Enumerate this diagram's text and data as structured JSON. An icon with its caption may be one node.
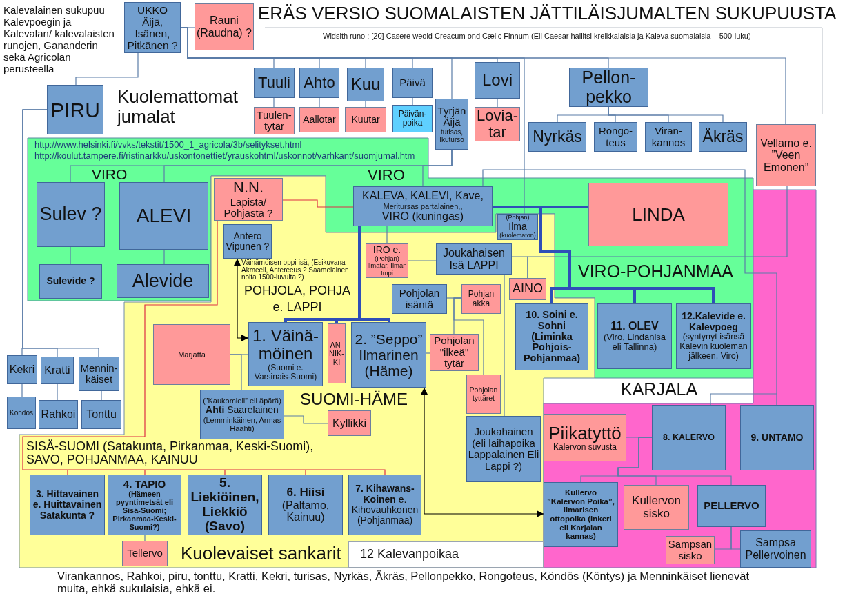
{
  "diagram": {
    "title": "ERÄS VERSIO SUOMALAISTEN JÄTTILÄISJUMALTEN SUKUPUUSTA",
    "nodes": [
      {
        "text": [
          "UKKO Äijä, Isänen, Pitkänen ?"
        ]
      },
      {
        "text": [
          "Rauni (Raudna) ?"
        ]
      },
      {
        "text": [
          "PIRU"
        ]
      },
      {
        "text": [
          "Tuuli"
        ]
      },
      {
        "text": [
          "Ahto"
        ]
      },
      {
        "text": [
          "Kuu"
        ]
      },
      {
        "text": [
          "Päivä"
        ]
      },
      {
        "text": [
          "Tyrjän Äijä",
          "turisas, Ikuturso"
        ]
      },
      {
        "text": [
          "Lovi"
        ]
      },
      {
        "text": [
          "Pellon-pekko"
        ]
      },
      {
        "text": [
          "Tuulen-tytär"
        ]
      },
      {
        "text": [
          "Aallotar"
        ]
      },
      {
        "text": [
          "Kuutar"
        ]
      },
      {
        "text": [
          "Päivän-poika"
        ]
      },
      {
        "text": [
          "Lovia-tar"
        ]
      },
      {
        "text": [
          "Nyrkäs"
        ]
      },
      {
        "text": [
          "Rongo-teus"
        ]
      },
      {
        "text": [
          "Viran-kannos"
        ]
      },
      {
        "text": [
          "Äkräs"
        ]
      },
      {
        "text": [
          "Vellamo e. ”Veen Emonen”"
        ]
      },
      {
        "text": [
          "http://www.helsinki.fi/vvks/tekstit/1500_1_agricola/3b/selitykset.html",
          "http://koulut.tampere.fi/ristinarkku/uskontonettiet/yrauskohtml/uskonnot/varhkant/suomjumal.htm",
          "VIRO",
          "VIRO",
          "VIRO-POHJANMAA"
        ]
      },
      {
        "text": [
          "Sulev ?"
        ],
        "in": 20
      },
      {
        "text": [
          "ALEVI"
        ],
        "in": 20
      },
      {
        "text": [
          "Sulevide ?"
        ],
        "in": 20
      },
      {
        "text": [
          "Alevide"
        ],
        "in": 20
      },
      {
        "text": [
          "KALEVA, KALEVI, Kave,",
          "Meritursas partalainen,,",
          "VIRO (kuningas)"
        ],
        "in": 20
      },
      {
        "text": [
          "LINDA"
        ],
        "in": 20
      },
      {
        "text": [
          "POHJOLA, POHJA e. LAPPI",
          "SUOMI-HÄME",
          "SISÄ-SUOMI (Satakunta, Pirkanmaa, Keski-Suomi), SAVO, POHJANMAA, KAINUU",
          "Kuolevaiset sankarit"
        ]
      },
      {
        "text": [
          "N.N.",
          "Lapista/ Pohjasta ?"
        ],
        "in": 27
      },
      {
        "text": [
          "Antero Vipunen ?"
        ],
        "in": 27
      },
      {
        "text": [
          "(Pohjan)",
          "Ilma",
          "(kuolematon)"
        ],
        "in": 27
      },
      {
        "text": [
          "IRO e.",
          "(Pohjan) Ilmatar, Ilman Impi"
        ],
        "in": 27
      },
      {
        "text": [
          "Joukahaisen Isä LAPPI"
        ],
        "in": 27
      },
      {
        "text": [
          "AINO"
        ],
        "in": 27
      },
      {
        "text": [
          "Pohjolan isäntä"
        ],
        "in": 27
      },
      {
        "text": [
          "Pohjan akka"
        ],
        "in": 27
      },
      {
        "text": [
          "10. Soini e. Sohni (Liminka Pohjois-Pohjanmaa)"
        ],
        "in": 27
      },
      {
        "text": [
          "11. OLEV",
          "(Viro, Lindanisa eli Tallinna)"
        ],
        "in": 20
      },
      {
        "text": [
          "12.Kalevide e. Kalevpoeg",
          "(syntynyt isänsä Kalevin kuoleman jälkeen, Viro)"
        ],
        "in": 20
      },
      {
        "text": [
          "Kekri"
        ]
      },
      {
        "text": [
          "Kratti"
        ]
      },
      {
        "text": [
          "Mennin-käiset"
        ]
      },
      {
        "text": [
          "Marjatta"
        ],
        "in": 27
      },
      {
        "text": [
          "1. Väinä-möinen",
          "(Suomi e. Varsinais-Suomi)"
        ],
        "in": 27
      },
      {
        "text": [
          "AN-NIK-KI"
        ],
        "in": 27
      },
      {
        "text": [
          "2. ”Seppo” Ilmarinen (Häme)"
        ],
        "in": 27
      },
      {
        "text": [
          "Pohjolan \"ilkeä\" tytär"
        ],
        "in": 27
      },
      {
        "text": [
          "Pohjolan tyttäret"
        ],
        "in": 27
      },
      {
        "text": [
          "(”Kaukomieli” eli äpärä)",
          "**Ahti** Saarelainen",
          "(Lemminkäinen, Armas Haahti)"
        ],
        "in": 27
      },
      {
        "text": [
          "Kyllikki"
        ],
        "in": 27
      },
      {
        "text": [
          "Köndös"
        ]
      },
      {
        "text": [
          "Rahkoi"
        ]
      },
      {
        "text": [
          "Tonttu"
        ]
      },
      {
        "text": [
          "KARJALA"
        ]
      },
      {
        "text": [
          "Piikatyttö",
          "Kalervon suvusta"
        ],
        "in": 53
      },
      {
        "text": [
          "8. KALERVO"
        ],
        "in": 53
      },
      {
        "text": [
          "9. UNTAMO"
        ],
        "in": 53
      },
      {
        "text": [
          "Joukahainen (eli laihapoika Lappalainen Eli Lappi ?)"
        ],
        "in": 27
      },
      {
        "text": [
          "3. Hittavainen e. Huittavainen Satakunta ?"
        ],
        "in": 27
      },
      {
        "text": [
          "4. TAPIO",
          "(Hämeen pyyntimetsät eli Sisä-Suomi; Pirkanmaa-Keski-Suomi?)"
        ],
        "in": 27
      },
      {
        "text": [
          "5. Liekiöinen, Liekkiö (Savo)"
        ],
        "in": 27
      },
      {
        "text": [
          "6. Hiisi",
          "(Paltamo, Kainuu)"
        ],
        "in": 27
      },
      {
        "text": [
          "**7. Kihawans-Koinen** e. Kihovauhkonen (Pohjanmaa)"
        ],
        "in": 27
      },
      {
        "text": [
          "Kullervo ”Kalervon Poika”, Ilmarisen ottopoika (Inkeri eli Karjalan kannas)"
        ],
        "in": 53
      },
      {
        "text": [
          "Kullervon sisko"
        ],
        "in": 53
      },
      {
        "text": [
          "PELLERVO"
        ],
        "in": 53
      },
      {
        "text": [
          "Sampsan sisko"
        ],
        "in": 53
      },
      {
        "text": [
          "Sampsa Pellervoinen"
        ],
        "in": 53
      },
      {
        "text": [
          "Tellervo"
        ],
        "in": 27
      },
      {
        "text": [
          "12 Kalevanpoikaa"
        ]
      }
    ],
    "edges": [
      {
        "from": 0,
        "to": 1,
        "arrow": "none"
      },
      {
        "from": 0,
        "to": 2,
        "arrow": "none"
      },
      {
        "from": 0,
        "to": 3,
        "arrow": "none"
      },
      {
        "from": 0,
        "to": 4,
        "arrow": "none"
      },
      {
        "from": 0,
        "to": 5,
        "arrow": "none"
      },
      {
        "from": 0,
        "to": 6,
        "arrow": "none"
      },
      {
        "from": 0,
        "to": 7,
        "arrow": "none"
      },
      {
        "from": 0,
        "to": 8,
        "arrow": "none"
      },
      {
        "from": 0,
        "to": 9,
        "arrow": "none"
      },
      {
        "from": 0,
        "to": 19,
        "arrow": "none"
      },
      {
        "from": 0,
        "to": 30,
        "arrow": "none"
      },
      {
        "from": 3,
        "to": 10,
        "arrow": "none"
      },
      {
        "from": 4,
        "to": 11,
        "arrow": "none"
      },
      {
        "from": 5,
        "to": 12,
        "arrow": "none"
      },
      {
        "from": 6,
        "to": 13,
        "arrow": "none"
      },
      {
        "from": 8,
        "to": 14,
        "arrow": "none"
      },
      {
        "from": 9,
        "to": 15,
        "arrow": "none"
      },
      {
        "from": 9,
        "to": 16,
        "arrow": "none"
      },
      {
        "from": 9,
        "to": 17,
        "arrow": "none"
      },
      {
        "from": 9,
        "to": 18,
        "arrow": "none"
      },
      {
        "from": 2,
        "to": 39,
        "arrow": "none"
      },
      {
        "from": 2,
        "to": 40,
        "arrow": "none"
      },
      {
        "from": 2,
        "to": 41,
        "arrow": "none"
      },
      {
        "from": 39,
        "to": 50,
        "arrow": "none"
      },
      {
        "from": 40,
        "to": 51,
        "arrow": "none"
      },
      {
        "from": 41,
        "to": 52,
        "arrow": "none"
      },
      {
        "from": 7,
        "to": 25,
        "arrow": "none"
      },
      {
        "from": 7,
        "to": 21,
        "arrow": "none"
      },
      {
        "from": 7,
        "to": 22,
        "arrow": "none"
      },
      {
        "from": 21,
        "to": 23,
        "arrow": "none"
      },
      {
        "from": 22,
        "to": 24,
        "arrow": "none"
      },
      {
        "from": 25,
        "to": 26,
        "arrow": "none",
        "style": "thick",
        "color": "#2f4fb8"
      },
      {
        "from": 25,
        "to": 36,
        "arrow": "none",
        "style": "thick",
        "color": "#2f4fb8"
      },
      {
        "from": 25,
        "to": 37,
        "arrow": "none",
        "style": "thick",
        "color": "#2f4fb8"
      },
      {
        "from": 25,
        "to": 38,
        "arrow": "none",
        "style": "thick",
        "color": "#2f4fb8"
      },
      {
        "from": 25,
        "to": 55,
        "arrow": "none"
      },
      {
        "from": 25,
        "to": 56,
        "arrow": "none"
      },
      {
        "from": 28,
        "to": 25,
        "arrow": "none",
        "color": "#dd2e44"
      },
      {
        "from": 28,
        "to": 58,
        "arrow": "none",
        "color": "#dd2e44"
      },
      {
        "from": 28,
        "to": 59,
        "arrow": "none",
        "color": "#dd2e44"
      },
      {
        "from": 28,
        "to": 60,
        "arrow": "none",
        "color": "#dd2e44"
      },
      {
        "from": 28,
        "to": 61,
        "arrow": "none",
        "color": "#dd2e44"
      },
      {
        "from": 28,
        "to": 62,
        "arrow": "none",
        "color": "#dd2e44"
      },
      {
        "from": 29,
        "to": 43,
        "arrow": "both",
        "color": "#000000",
        "label": "Väinämöisen oppi-isä, (Esikuvana Akmeeli, Antereeus ? Saamelainen noita 1500-luvulta ?)"
      },
      {
        "from": 25,
        "to": 43,
        "arrow": "none",
        "style": "thick",
        "color": "#2f4fb8"
      },
      {
        "from": 25,
        "to": 44,
        "arrow": "none",
        "style": "thick",
        "color": "#2f4fb8"
      },
      {
        "from": 25,
        "to": 45,
        "arrow": "none",
        "style": "thick",
        "color": "#2f4fb8"
      },
      {
        "from": 25,
        "to": 31,
        "arrow": "none"
      },
      {
        "from": 31,
        "to": 32,
        "arrow": "none"
      },
      {
        "from": 32,
        "to": 33,
        "arrow": "none"
      },
      {
        "from": 19,
        "to": 33,
        "arrow": "none"
      },
      {
        "from": 32,
        "to": 57,
        "arrow": "none"
      },
      {
        "from": 34,
        "to": 35,
        "arrow": "none"
      },
      {
        "from": 35,
        "to": 46,
        "arrow": "none"
      },
      {
        "from": 35,
        "to": 47,
        "arrow": "none"
      },
      {
        "from": 45,
        "to": 46,
        "arrow": "none"
      },
      {
        "from": 63,
        "to": 45,
        "arrow": "both",
        "color": "#000000"
      },
      {
        "from": 42,
        "to": 43,
        "arrow": "none"
      },
      {
        "from": 42,
        "to": 48,
        "arrow": "none"
      },
      {
        "from": 48,
        "to": 49,
        "arrow": "none"
      },
      {
        "from": 59,
        "to": 68,
        "arrow": "none"
      },
      {
        "from": 54,
        "to": 55,
        "arrow": "none"
      },
      {
        "from": 55,
        "to": 63,
        "arrow": "none"
      },
      {
        "from": 55,
        "to": 64,
        "arrow": "none"
      },
      {
        "from": 55,
        "to": 65,
        "arrow": "none"
      },
      {
        "from": 65,
        "to": 66,
        "arrow": "none"
      },
      {
        "from": 65,
        "to": 67,
        "arrow": "none"
      }
    ],
    "labels": [
      "Kalevalainen sukupuu Kalevpoegin ja Kalevalan/ kalevalaisten runojen, Gananderin sekä Agricolan perusteella",
      "Widsith runo : [20] Casere weold Creacum ond Cælic Finnum (Eli Caesar hallitsi kreikkalaisia ja Kaleva suomalaisia – 500-luku)",
      "Kuolemattomat jumalat",
      "Virankannos, Rahkoi, piru, tonttu, Kratti, Kekri, turisas, Nyrkäs, Äkräs, Pellonpekko, Rongoteus, Köndös (Köntys) ja Menninkäiset lienevät muita, ehkä sukulaisia, ehkä ei."
    ]
  }
}
